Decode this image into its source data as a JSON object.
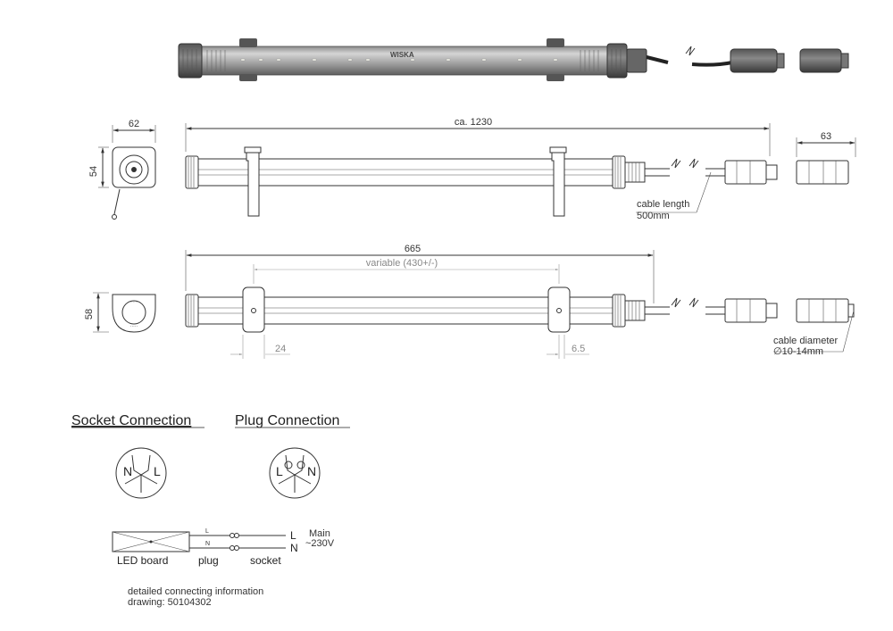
{
  "dimensions": {
    "overall_length": "ca. 1230",
    "front_width": "62",
    "front_height": "54",
    "connector_length": "63",
    "cable_length": "cable length",
    "cable_length_value": "500mm",
    "length_665": "665",
    "variable": "variable (430+/-)",
    "side_height": "58",
    "bracket_offset": "24",
    "bracket_width": "6.5",
    "cable_diameter": "cable diameter",
    "cable_diameter_value": "∅10-14mm"
  },
  "connections": {
    "socket_title": "Socket Connection",
    "plug_title": "Plug Connection",
    "pin_n": "N",
    "pin_l": "L"
  },
  "wiring": {
    "line_l": "L",
    "line_n": "N",
    "main_label": "Main",
    "voltage": "~230V",
    "led_board": "LED board",
    "plug": "plug",
    "socket": "socket"
  },
  "notes": {
    "line1": "detailed connecting information",
    "line2": "drawing: 50104302"
  },
  "brand": "WISKA",
  "colors": {
    "body_dark": "#6b6b6b",
    "body_light": "#d8d8d8",
    "line": "#333333"
  }
}
